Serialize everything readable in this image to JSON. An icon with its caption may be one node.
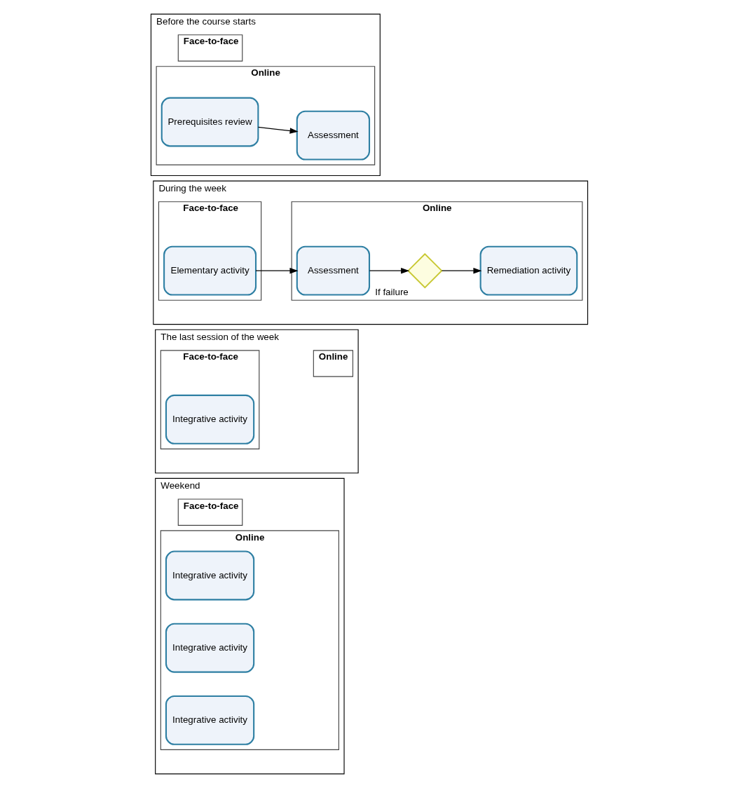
{
  "diagram": {
    "nodes": [
      {
        "text": [
          "Before the course starts"
        ]
      },
      {
        "text": [
          "Face-to-face"
        ],
        "in": 0
      },
      {
        "text": [
          "Online"
        ],
        "in": 0
      },
      {
        "text": [
          "Prerequisites review"
        ],
        "in": 2
      },
      {
        "text": [
          "Assessment"
        ],
        "in": 2
      },
      {
        "text": [
          "During the week"
        ]
      },
      {
        "text": [
          "Face-to-face"
        ],
        "in": 5
      },
      {
        "text": [
          "Elementary activity"
        ],
        "in": 6
      },
      {
        "text": [
          "Online"
        ],
        "in": 5
      },
      {
        "text": [
          "Assessment"
        ],
        "in": 8
      },
      {
        "text": [],
        "shape": "diamond",
        "beside": [
          "If failure"
        ],
        "in": 8
      },
      {
        "text": [
          "Remediation activity"
        ],
        "in": 8
      },
      {
        "text": [
          "The last session of the week"
        ]
      },
      {
        "text": [
          "Face-to-face"
        ],
        "in": 12
      },
      {
        "text": [
          "Integrative activity"
        ],
        "in": 13
      },
      {
        "text": [
          "Online"
        ],
        "in": 12
      },
      {
        "text": [
          "Weekend"
        ]
      },
      {
        "text": [
          "Face-to-face"
        ],
        "in": 16
      },
      {
        "text": [
          "Online"
        ],
        "in": 16
      },
      {
        "text": [
          "Integrative activity"
        ],
        "in": 18
      },
      {
        "text": [
          "Integrative activity"
        ],
        "in": 18
      },
      {
        "text": [
          "Integrative activity"
        ],
        "in": 18
      }
    ],
    "edges": [
      {
        "from": 3,
        "to": 4,
        "arrow": "to"
      },
      {
        "from": 7,
        "to": 9,
        "arrow": "to"
      },
      {
        "from": 9,
        "to": 10,
        "arrow": "to"
      },
      {
        "from": 10,
        "to": 11,
        "arrow": "to"
      }
    ]
  }
}
